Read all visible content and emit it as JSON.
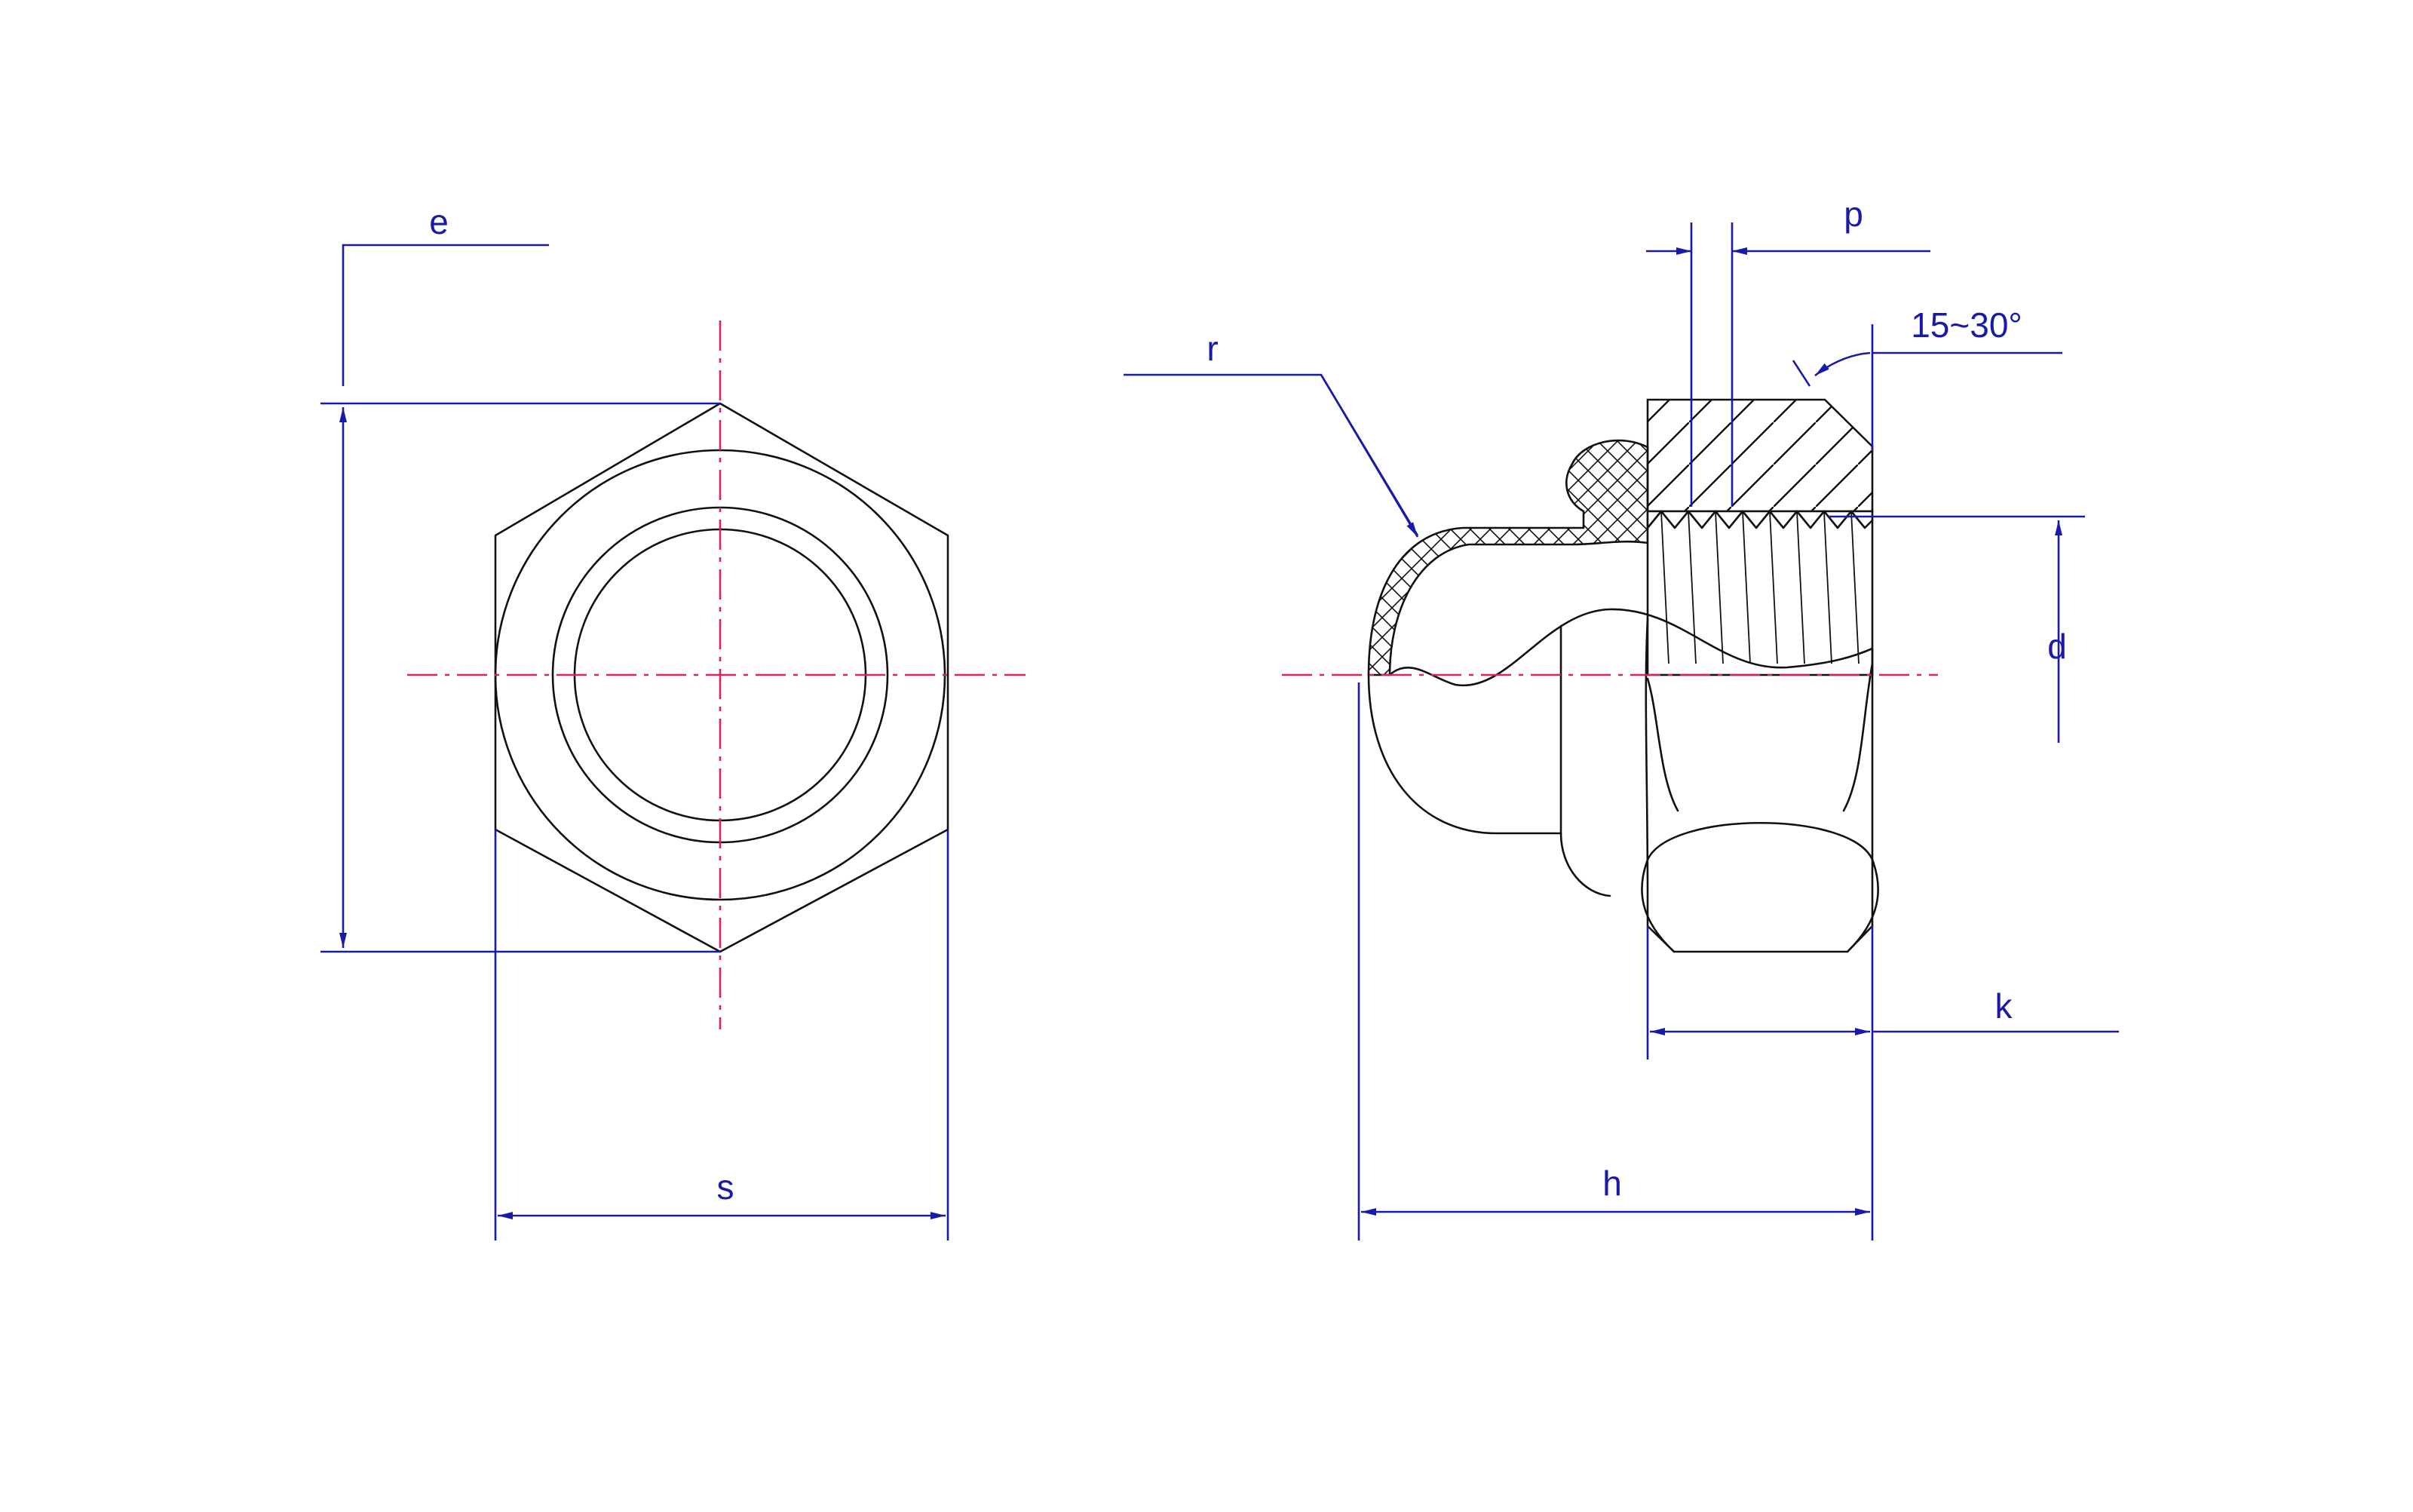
{
  "drawing": {
    "labels": {
      "e": "e",
      "s": "s",
      "r": "r",
      "p": "p",
      "angle": "15~30°",
      "d": "d",
      "k": "k",
      "h": "h"
    }
  },
  "colors": {
    "outline": "#111111",
    "dimension": "#1a1aa8",
    "centerline": "#d8245c",
    "background": "#ffffff"
  }
}
